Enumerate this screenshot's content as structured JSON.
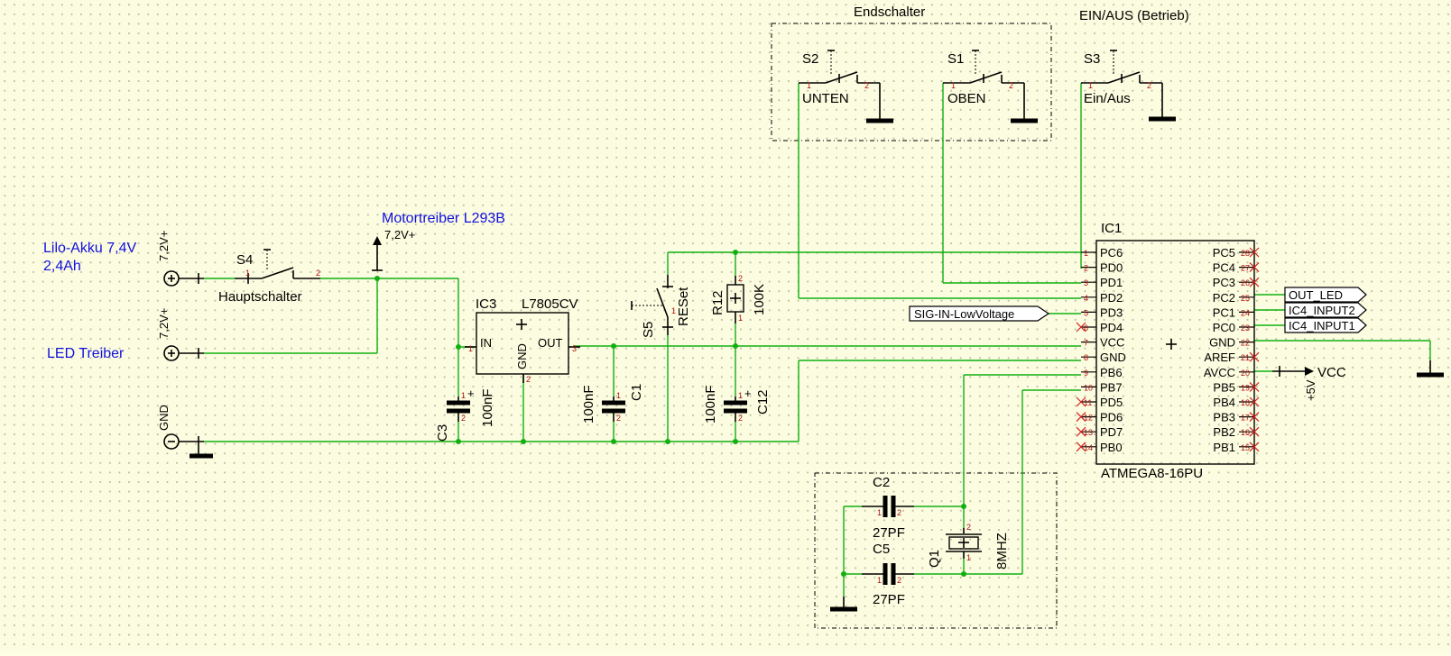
{
  "frames": {
    "endschalter": "Endschalter",
    "ein_aus": "EIN/AUS (Betrieb)"
  },
  "notes": {
    "akku_1": "Lilo-Akku 7,4V",
    "akku_2": "2,4Ah",
    "led": "LED Treiber",
    "motor": "Motortreiber L293B"
  },
  "power": {
    "v72": "7,2V+",
    "gnd": "GND",
    "p5v": "+5V",
    "vcc": "VCC"
  },
  "switches": {
    "s4": {
      "ref": "S4",
      "value": "Hauptschalter"
    },
    "s5": {
      "ref": "S5",
      "value": "RESet"
    },
    "s2": {
      "ref": "S2",
      "value": "UNTEN"
    },
    "s1": {
      "ref": "S1",
      "value": "OBEN"
    },
    "s3": {
      "ref": "S3",
      "value": "Ein/Aus"
    }
  },
  "regulator": {
    "ref": "IC3",
    "value": "L7805CV",
    "pins": [
      "IN",
      "GND",
      "OUT"
    ]
  },
  "caps": {
    "c3": {
      "ref": "C3",
      "value": "100nF"
    },
    "c1": {
      "ref": "C1",
      "value": "100nF"
    },
    "c12": {
      "ref": "C12",
      "value": "100nF"
    },
    "c2": {
      "ref": "C2",
      "value": "27PF"
    },
    "c5": {
      "ref": "C5",
      "value": "27PF"
    }
  },
  "resistor": {
    "ref": "R12",
    "value": "100K"
  },
  "crystal": {
    "ref": "Q1",
    "value": "8MHZ"
  },
  "mcu": {
    "ref": "IC1",
    "value": "ATMEGA8-16PU",
    "left_pins": [
      {
        "num": "1",
        "name": "PC6"
      },
      {
        "num": "2",
        "name": "PD0"
      },
      {
        "num": "3",
        "name": "PD1"
      },
      {
        "num": "4",
        "name": "PD2"
      },
      {
        "num": "5",
        "name": "PD3"
      },
      {
        "num": "6",
        "name": "PD4"
      },
      {
        "num": "7",
        "name": "VCC"
      },
      {
        "num": "8",
        "name": "GND"
      },
      {
        "num": "9",
        "name": "PB6"
      },
      {
        "num": "10",
        "name": "PB7"
      },
      {
        "num": "11",
        "name": "PD5"
      },
      {
        "num": "12",
        "name": "PD6"
      },
      {
        "num": "13",
        "name": "PD7"
      },
      {
        "num": "14",
        "name": "PB0"
      }
    ],
    "right_pins": [
      {
        "num": "28",
        "name": "PC5"
      },
      {
        "num": "27",
        "name": "PC4"
      },
      {
        "num": "26",
        "name": "PC3"
      },
      {
        "num": "25",
        "name": "PC2"
      },
      {
        "num": "24",
        "name": "PC1"
      },
      {
        "num": "23",
        "name": "PC0"
      },
      {
        "num": "22",
        "name": "GND"
      },
      {
        "num": "21",
        "name": "AREF"
      },
      {
        "num": "20",
        "name": "AVCC"
      },
      {
        "num": "19",
        "name": "PB5"
      },
      {
        "num": "18",
        "name": "PB4"
      },
      {
        "num": "17",
        "name": "PB3"
      },
      {
        "num": "16",
        "name": "PB2"
      },
      {
        "num": "15",
        "name": "PB1"
      }
    ]
  },
  "ports": {
    "sig_in": "SIG-IN-LowVoltage",
    "out_led": "OUT_LED",
    "ic4_in2": "IC4_INPUT2",
    "ic4_in1": "IC4_INPUT1"
  }
}
